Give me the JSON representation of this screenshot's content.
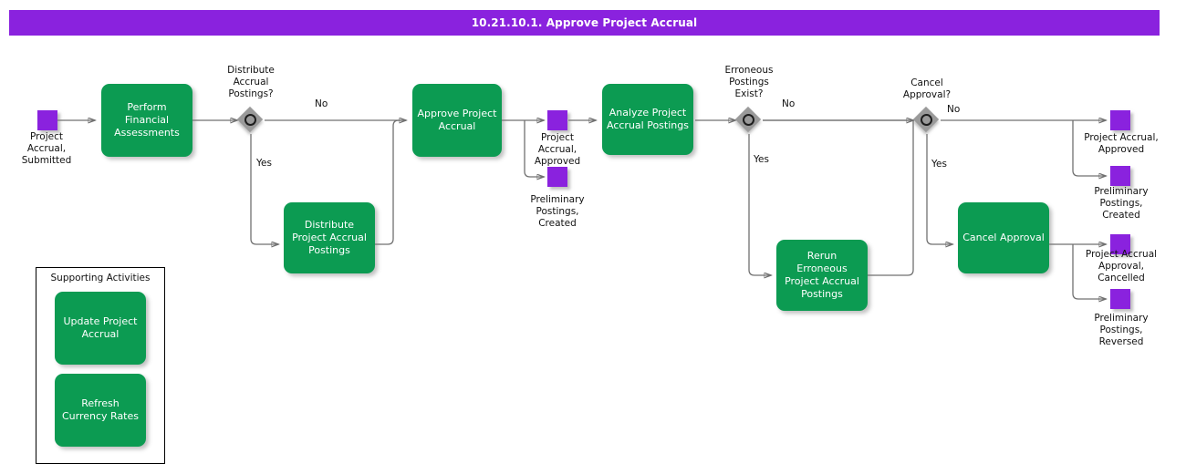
{
  "header": {
    "title": "10.21.10.1. Approve Project Accrual",
    "bar_color": "#8A22DE",
    "text_color": "#FFFFFF"
  },
  "palette": {
    "task_green": "#0C9B52",
    "event_purple": "#8A22DE",
    "gateway_gray": "#9A9A9A",
    "connector_gray": "#707070",
    "background": "#FFFFFF"
  },
  "diagram": {
    "type": "bpmn-process-flow",
    "start_events": [
      {
        "id": "start-project-accrual-submitted",
        "label": "Project\nAccrual,\nSubmitted",
        "shape": "square",
        "color": "#8A22DE"
      }
    ],
    "tasks": [
      {
        "id": "perform-financial-assessments",
        "label": "Perform\nFinancial\nAssessments"
      },
      {
        "id": "distribute-project-accrual-postings",
        "label": "Distribute\nProject Accrual\nPostings"
      },
      {
        "id": "approve-project-accrual",
        "label": "Approve Project\nAccrual"
      },
      {
        "id": "analyze-project-accrual-postings",
        "label": "Analyze Project\nAccrual Postings"
      },
      {
        "id": "rerun-erroneous-project-accrual-postings",
        "label": "Rerun Erroneous\nProject Accrual\nPostings"
      },
      {
        "id": "cancel-approval",
        "label": "Cancel Approval"
      }
    ],
    "gateways": [
      {
        "id": "gateway-distribute-accrual-postings",
        "question": "Distribute\nAccrual\nPostings?",
        "branches": [
          "No",
          "Yes"
        ]
      },
      {
        "id": "gateway-erroneous-postings-exist",
        "question": "Erroneous\nPostings\nExist?",
        "branches": [
          "No",
          "Yes"
        ]
      },
      {
        "id": "gateway-cancel-approval",
        "question": "Cancel\nApproval?",
        "branches": [
          "No",
          "Yes"
        ]
      }
    ],
    "intermediate_events": [
      {
        "id": "event-project-accrual-approved-mid",
        "label": "Project\nAccrual,\nApproved"
      },
      {
        "id": "event-preliminary-postings-created-mid",
        "label": "Preliminary\nPostings,\nCreated"
      }
    ],
    "end_events": [
      {
        "id": "end-project-accrual-approved",
        "label": "Project Accrual,\nApproved"
      },
      {
        "id": "end-preliminary-postings-created",
        "label": "Preliminary\nPostings,\nCreated"
      },
      {
        "id": "end-project-accrual-approval-cancelled",
        "label": "Project Accrual\nApproval,\nCancelled"
      },
      {
        "id": "end-preliminary-postings-reversed",
        "label": "Preliminary\nPostings,\nReversed"
      }
    ],
    "branch_labels": {
      "gw1_no": "No",
      "gw1_yes": "Yes",
      "gw2_no": "No",
      "gw2_yes": "Yes",
      "gw3_no": "No",
      "gw3_yes": "Yes"
    },
    "supporting_activities": {
      "title": "Supporting Activities",
      "items": [
        {
          "id": "update-project-accrual",
          "label": "Update Project\nAccrual"
        },
        {
          "id": "refresh-currency-rates",
          "label": "Refresh\nCurrency Rates"
        }
      ]
    }
  }
}
